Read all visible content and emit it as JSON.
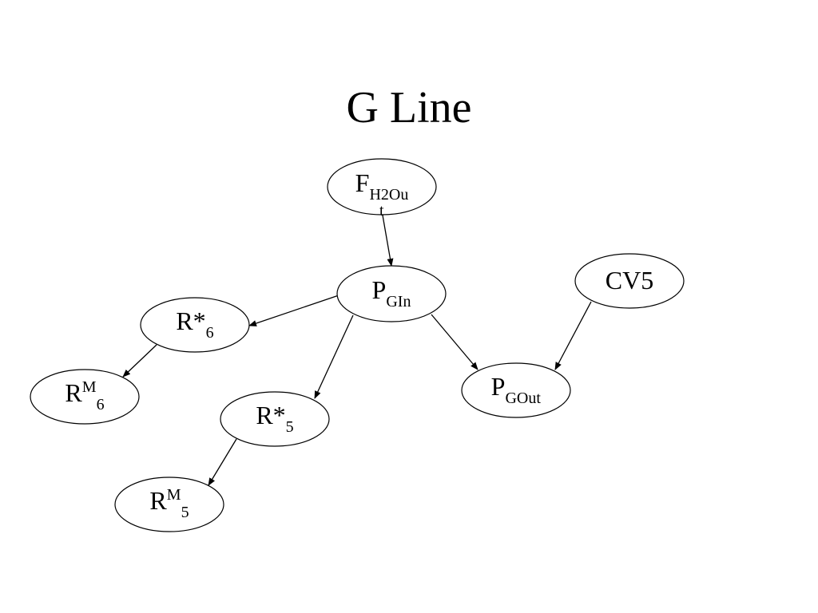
{
  "title": "G Line",
  "nodes": [
    {
      "id": "f_h2out",
      "base": "F",
      "sub": "H2Ou",
      "extra": "t"
    },
    {
      "id": "p_gin",
      "base": "P",
      "sub": "GIn"
    },
    {
      "id": "cv5",
      "base": "CV5"
    },
    {
      "id": "r_star_6",
      "base": "R*",
      "sub": "6"
    },
    {
      "id": "r_m_6",
      "base": "R",
      "sup": "M",
      "sub": "6"
    },
    {
      "id": "p_gout",
      "base": "P",
      "sub": "GOut"
    },
    {
      "id": "r_star_5",
      "base": "R*",
      "sub": "5"
    },
    {
      "id": "r_m_5",
      "base": "R",
      "sup": "M",
      "sub": "5"
    }
  ],
  "edges": [
    {
      "from": "f_h2out",
      "to": "p_gin"
    },
    {
      "from": "p_gin",
      "to": "r_star_6"
    },
    {
      "from": "p_gin",
      "to": "r_star_5"
    },
    {
      "from": "p_gin",
      "to": "p_gout"
    },
    {
      "from": "cv5",
      "to": "p_gout"
    },
    {
      "from": "r_star_6",
      "to": "r_m_6"
    },
    {
      "from": "r_star_5",
      "to": "r_m_5"
    }
  ],
  "colors": {
    "stroke": "#000000",
    "background": "#ffffff"
  }
}
